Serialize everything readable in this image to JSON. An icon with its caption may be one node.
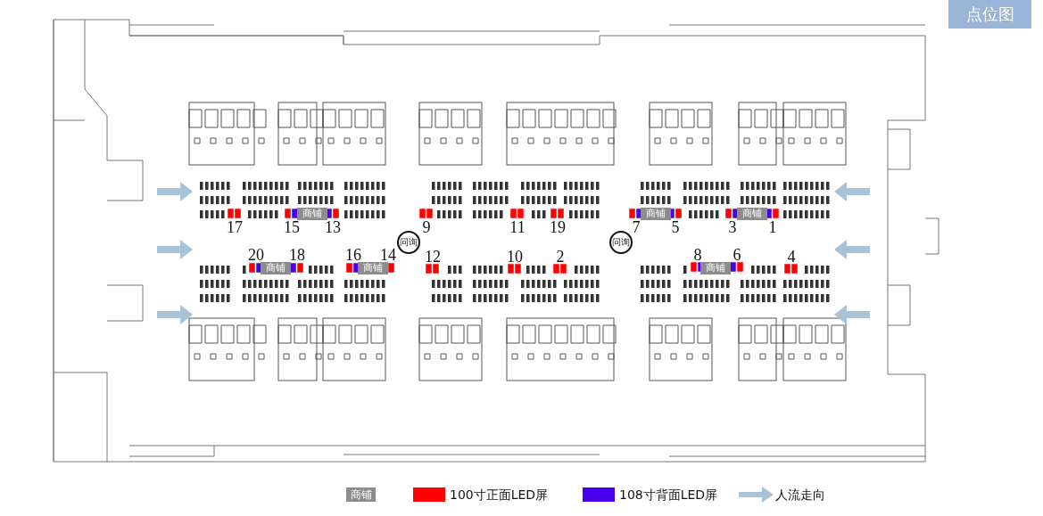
{
  "diagram": {
    "title": "点位图",
    "nodes": [
      {
        "text": [
          "商铺"
        ]
      },
      {
        "text": [
          "商铺"
        ]
      },
      {
        "text": [
          "商铺"
        ]
      },
      {
        "text": [
          "问询"
        ]
      },
      {
        "text": [
          "问询"
        ]
      },
      {
        "text": [
          "商铺"
        ]
      },
      {
        "text": [
          "商铺"
        ]
      },
      {
        "text": [
          "商铺"
        ]
      }
    ],
    "labels": [
      "17",
      "15",
      "13",
      "9",
      "11",
      "19",
      "7",
      "5",
      "3",
      "1",
      "20",
      "18",
      "16",
      "14",
      "12",
      "10",
      "2",
      "8",
      "6",
      "4"
    ],
    "legend": [
      {
        "text": "商铺",
        "color": "#8c8c8c"
      },
      {
        "text": "100寸正面LED屏",
        "color": "#ff0000"
      },
      {
        "text": "108寸背面LED屏",
        "color": "#4a00f0"
      },
      {
        "text": "人流走向"
      }
    ]
  }
}
